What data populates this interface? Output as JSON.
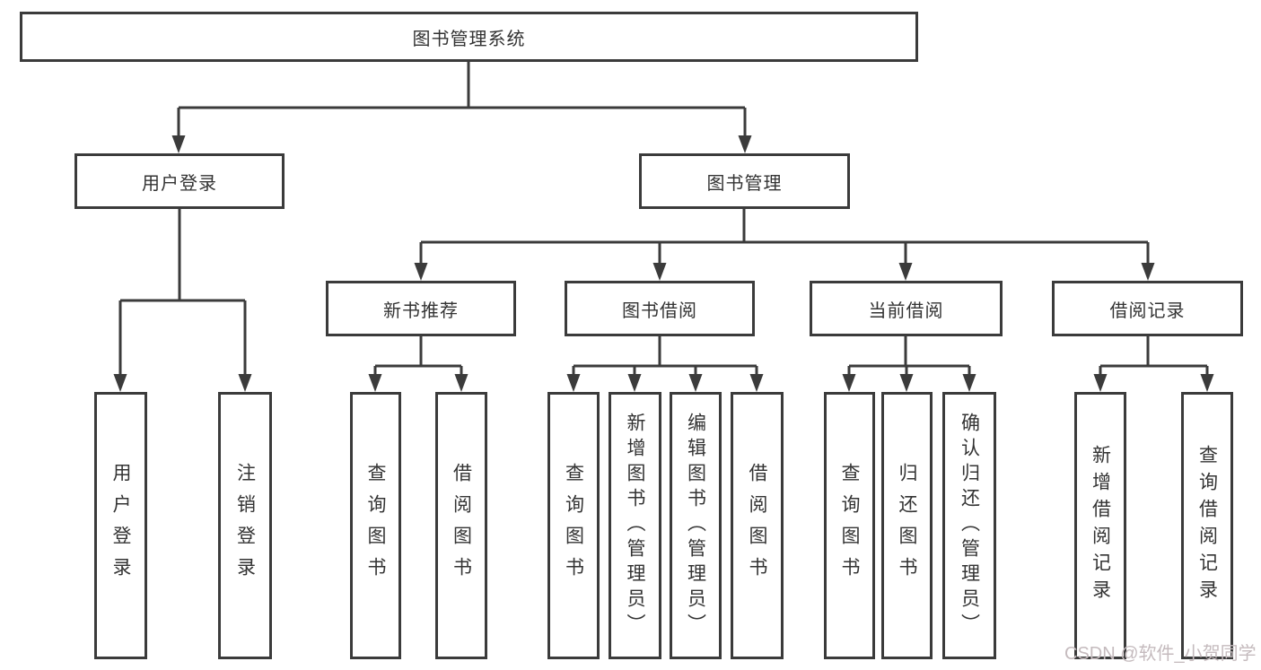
{
  "tree": {
    "label": "图书管理系统",
    "children": [
      {
        "label": "用户登录",
        "children": [
          {
            "label": "用户登录"
          },
          {
            "label": "注销登录"
          }
        ]
      },
      {
        "label": "图书管理",
        "children": [
          {
            "label": "新书推荐",
            "children": [
              {
                "label": "查询图书"
              },
              {
                "label": "借阅图书"
              }
            ]
          },
          {
            "label": "图书借阅",
            "children": [
              {
                "label": "查询图书"
              },
              {
                "label": "新增图书（管理员）"
              },
              {
                "label": "编辑图书（管理员）"
              },
              {
                "label": "借阅图书"
              }
            ]
          },
          {
            "label": "当前借阅",
            "children": [
              {
                "label": "查询图书"
              },
              {
                "label": "归还图书"
              },
              {
                "label": "确认归还（管理员）"
              }
            ]
          },
          {
            "label": "借阅记录",
            "children": [
              {
                "label": "新增借阅记录"
              },
              {
                "label": "查询借阅记录"
              }
            ]
          }
        ]
      }
    ]
  },
  "watermark": "CSDN @软件_小贺同学",
  "colors": {
    "line": "#3b3b3b",
    "text": "#333333",
    "watermark": "#c5bbbe",
    "background": "#ffffff"
  }
}
